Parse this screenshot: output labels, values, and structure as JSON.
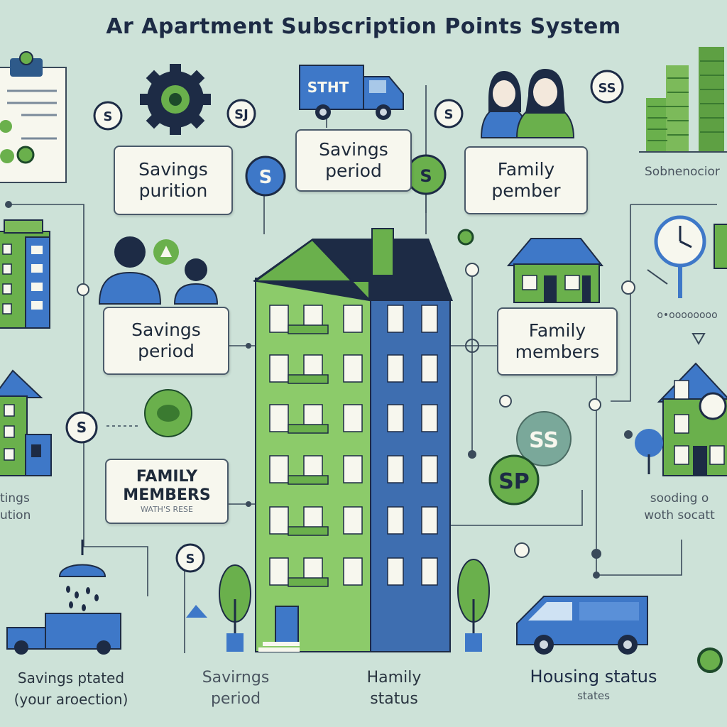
{
  "title": "Ar Apartment Subscription Points System",
  "labels": {
    "savings_purition": "Savings\npurition",
    "savings_period_top": "Savings\nperiod",
    "family_pember": "Family\npember",
    "savings_period_left": "Savings\nperiod",
    "family_members_right": "Family\nmembers",
    "family_members_left": "FAMILY\nMEMBERS",
    "family_members_left_sub": "WATH'S RESE"
  },
  "side_texts": {
    "sobnenocior": "Sobnenocior",
    "tings_ution": "tings\nution",
    "sooding_wotn": "sooding o\nwoth socatt",
    "dotted_row": "o•oooooooo"
  },
  "bottom": {
    "savings_stated": "Savings ptated\n(your aroection)",
    "savings_period": "Savirngs\nperiod",
    "hamily_status": "Hamily\nstatus",
    "housing_status": "Housing status",
    "housing_status_sub": "states"
  },
  "coins": {
    "c1": "S",
    "c2": "SJ",
    "c3": "S",
    "c4": "SS",
    "c5": "S",
    "c6": "S",
    "c7": "SS",
    "c8": "SP",
    "c9": "S",
    "c10": "S"
  },
  "truck_sign": "STHT",
  "colors": {
    "background": "#cde2d8",
    "green": "#6ab04c",
    "blue": "#3e78c8",
    "navy": "#1d2b45"
  },
  "icons": [
    "clipboard-icon",
    "gear-icon",
    "truck-icon",
    "two-women-icon",
    "skyline-icon",
    "office-building-icon",
    "two-people-icon",
    "house-icon",
    "clock-magnifier-icon",
    "apartment-building-icon",
    "lamp-icon",
    "van-icon",
    "tree-icon"
  ]
}
